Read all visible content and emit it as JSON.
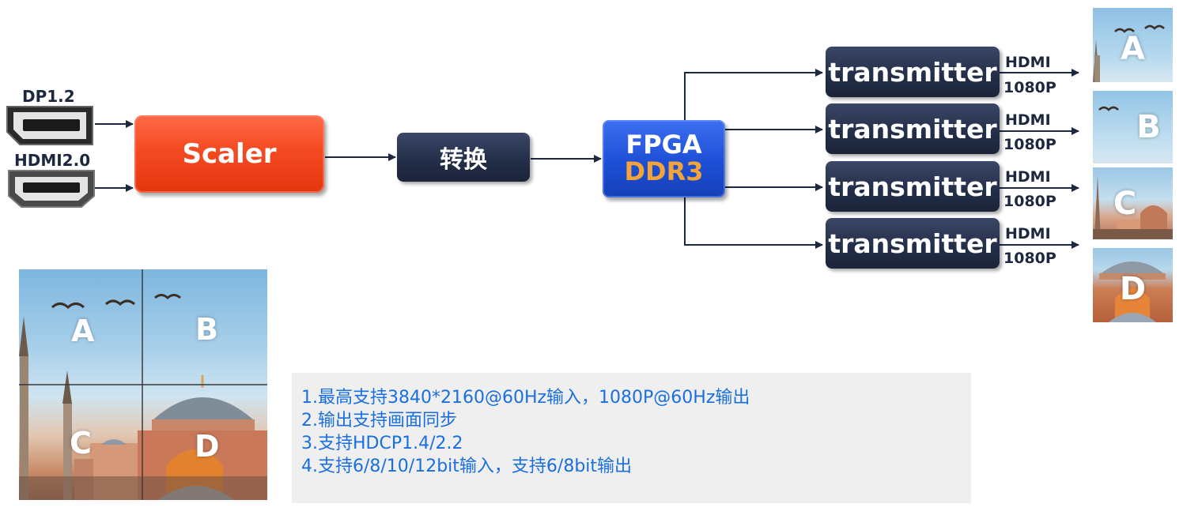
{
  "inputs": [
    {
      "label": "DP1.2",
      "connector": "displayport-connector-icon"
    },
    {
      "label": "HDMI2.0",
      "connector": "hdmi-connector-icon"
    }
  ],
  "blocks": {
    "scaler": "Scaler",
    "converter": "转换",
    "fpga_line1": "FPGA",
    "fpga_line2": "DDR3"
  },
  "transmitters": [
    {
      "label": "transmitter",
      "out1": "HDMI",
      "out2": "1080P",
      "region": "A"
    },
    {
      "label": "transmitter",
      "out1": "HDMI",
      "out2": "1080P",
      "region": "B"
    },
    {
      "label": "transmitter",
      "out1": "HDMI",
      "out2": "1080P",
      "region": "C"
    },
    {
      "label": "transmitter",
      "out1": "HDMI",
      "out2": "1080P",
      "region": "D"
    }
  ],
  "mosaic": {
    "letters": [
      "A",
      "B",
      "C",
      "D"
    ]
  },
  "notes": [
    "1.最高支持3840*2160@60Hz输入，1080P@60Hz输出",
    "2.输出支持画面同步",
    "3.支持HDCP1.4/2.2",
    "4.支持6/8/10/12bit输入，支持6/8bit输出"
  ],
  "colors": {
    "scaler": "#f44a22",
    "navy_block": "#222d47",
    "fpga": "#1d4fd6",
    "ddr3_text": "#f2a33a",
    "notes_text": "#1a6fe0",
    "notes_bg": "#efefef",
    "sky": "#8fc3e6"
  }
}
